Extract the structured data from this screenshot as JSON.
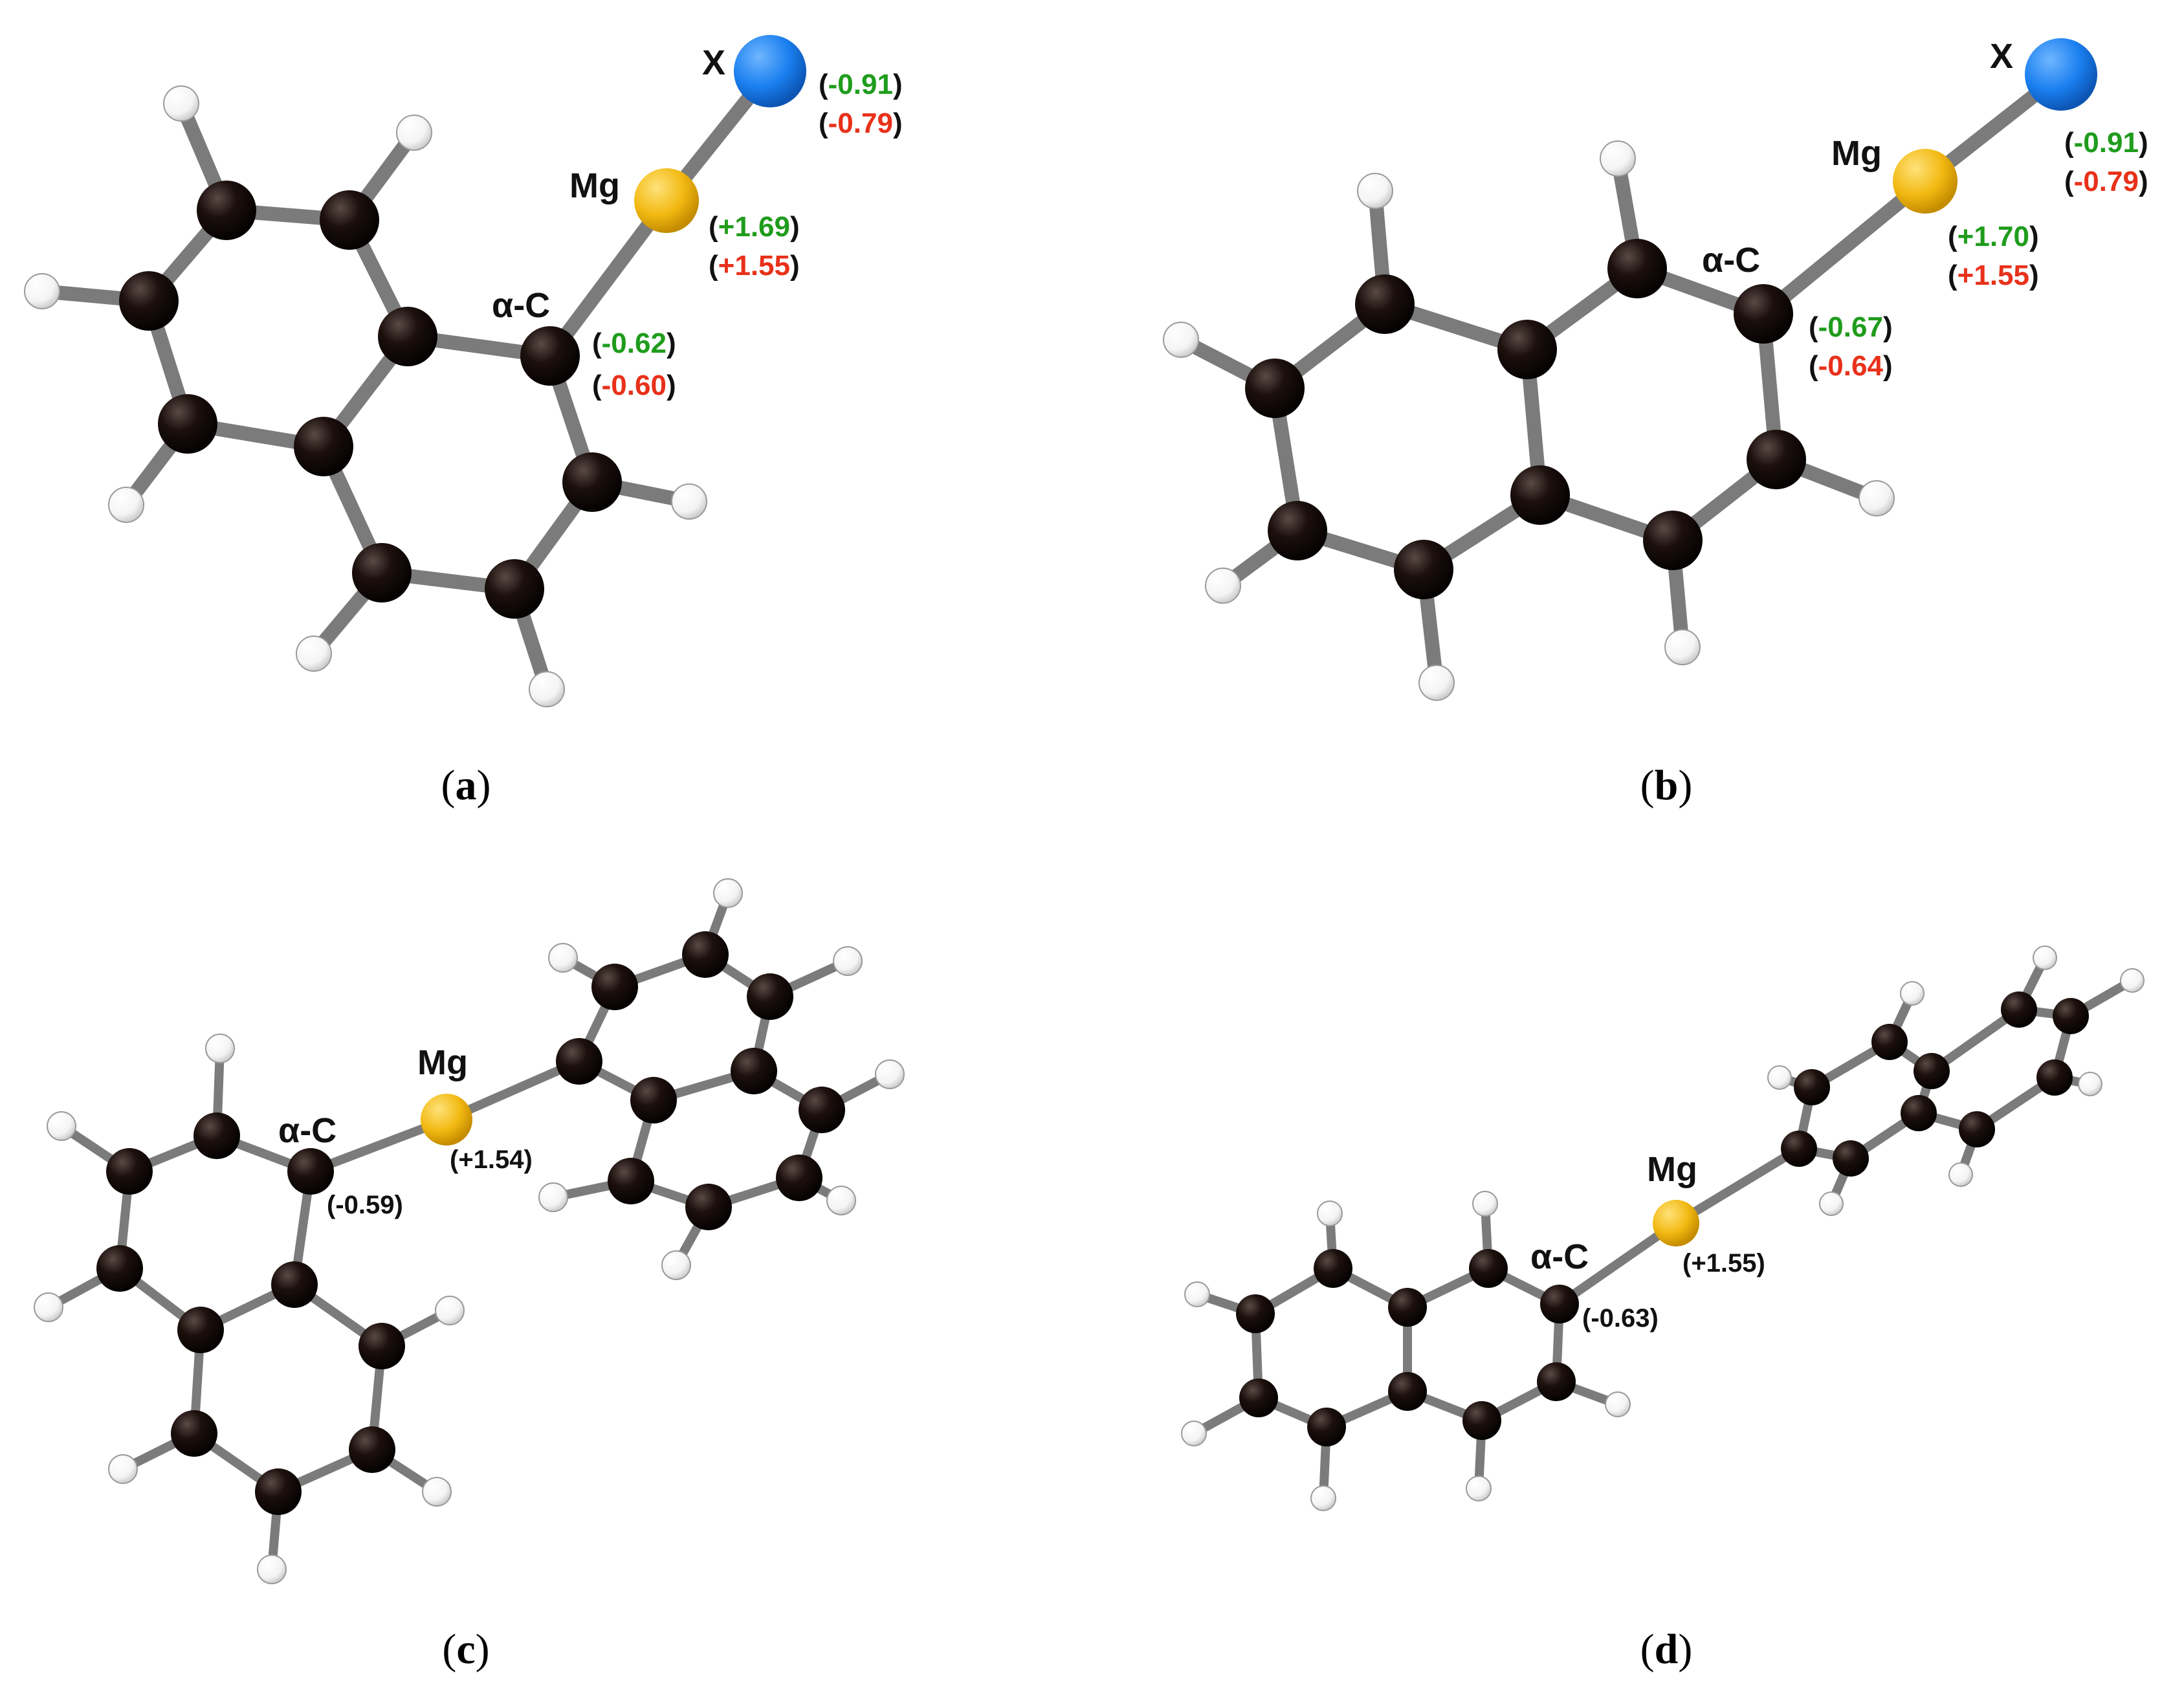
{
  "colors": {
    "carbon": "#120a08",
    "hydrogen": "#ffffff",
    "magnesium": "#f2b912",
    "halogen": "#1a7fef",
    "bond": "#7b7b7b",
    "charge_green": "#1f9c1c",
    "charge_red": "#e8311a",
    "text": "#111111"
  },
  "panels": [
    {
      "id": "a",
      "caption": "a",
      "labels": {
        "x": "X",
        "mg": "Mg",
        "alpha_c": "α-C"
      },
      "charges": {
        "x": {
          "green": "-0.91",
          "red": "-0.79"
        },
        "mg": {
          "green": "+1.69",
          "red": "+1.55"
        },
        "alpha_c": {
          "green": "-0.62",
          "red": "-0.60"
        }
      }
    },
    {
      "id": "b",
      "caption": "b",
      "labels": {
        "x": "X",
        "mg": "Mg",
        "alpha_c": "α-C"
      },
      "charges": {
        "x": {
          "green": "-0.91",
          "red": "-0.79"
        },
        "mg": {
          "green": "+1.70",
          "red": "+1.55"
        },
        "alpha_c": {
          "green": "-0.67",
          "red": "-0.64"
        }
      }
    },
    {
      "id": "c",
      "caption": "c",
      "labels": {
        "mg": "Mg",
        "alpha_c": "α-C"
      },
      "charges": {
        "mg": "(+1.54)",
        "alpha_c": "(-0.59)"
      }
    },
    {
      "id": "d",
      "caption": "d",
      "labels": {
        "mg": "Mg",
        "alpha_c": "α-C"
      },
      "charges": {
        "mg": "(+1.55)",
        "alpha_c": "(-0.63)"
      }
    }
  ]
}
